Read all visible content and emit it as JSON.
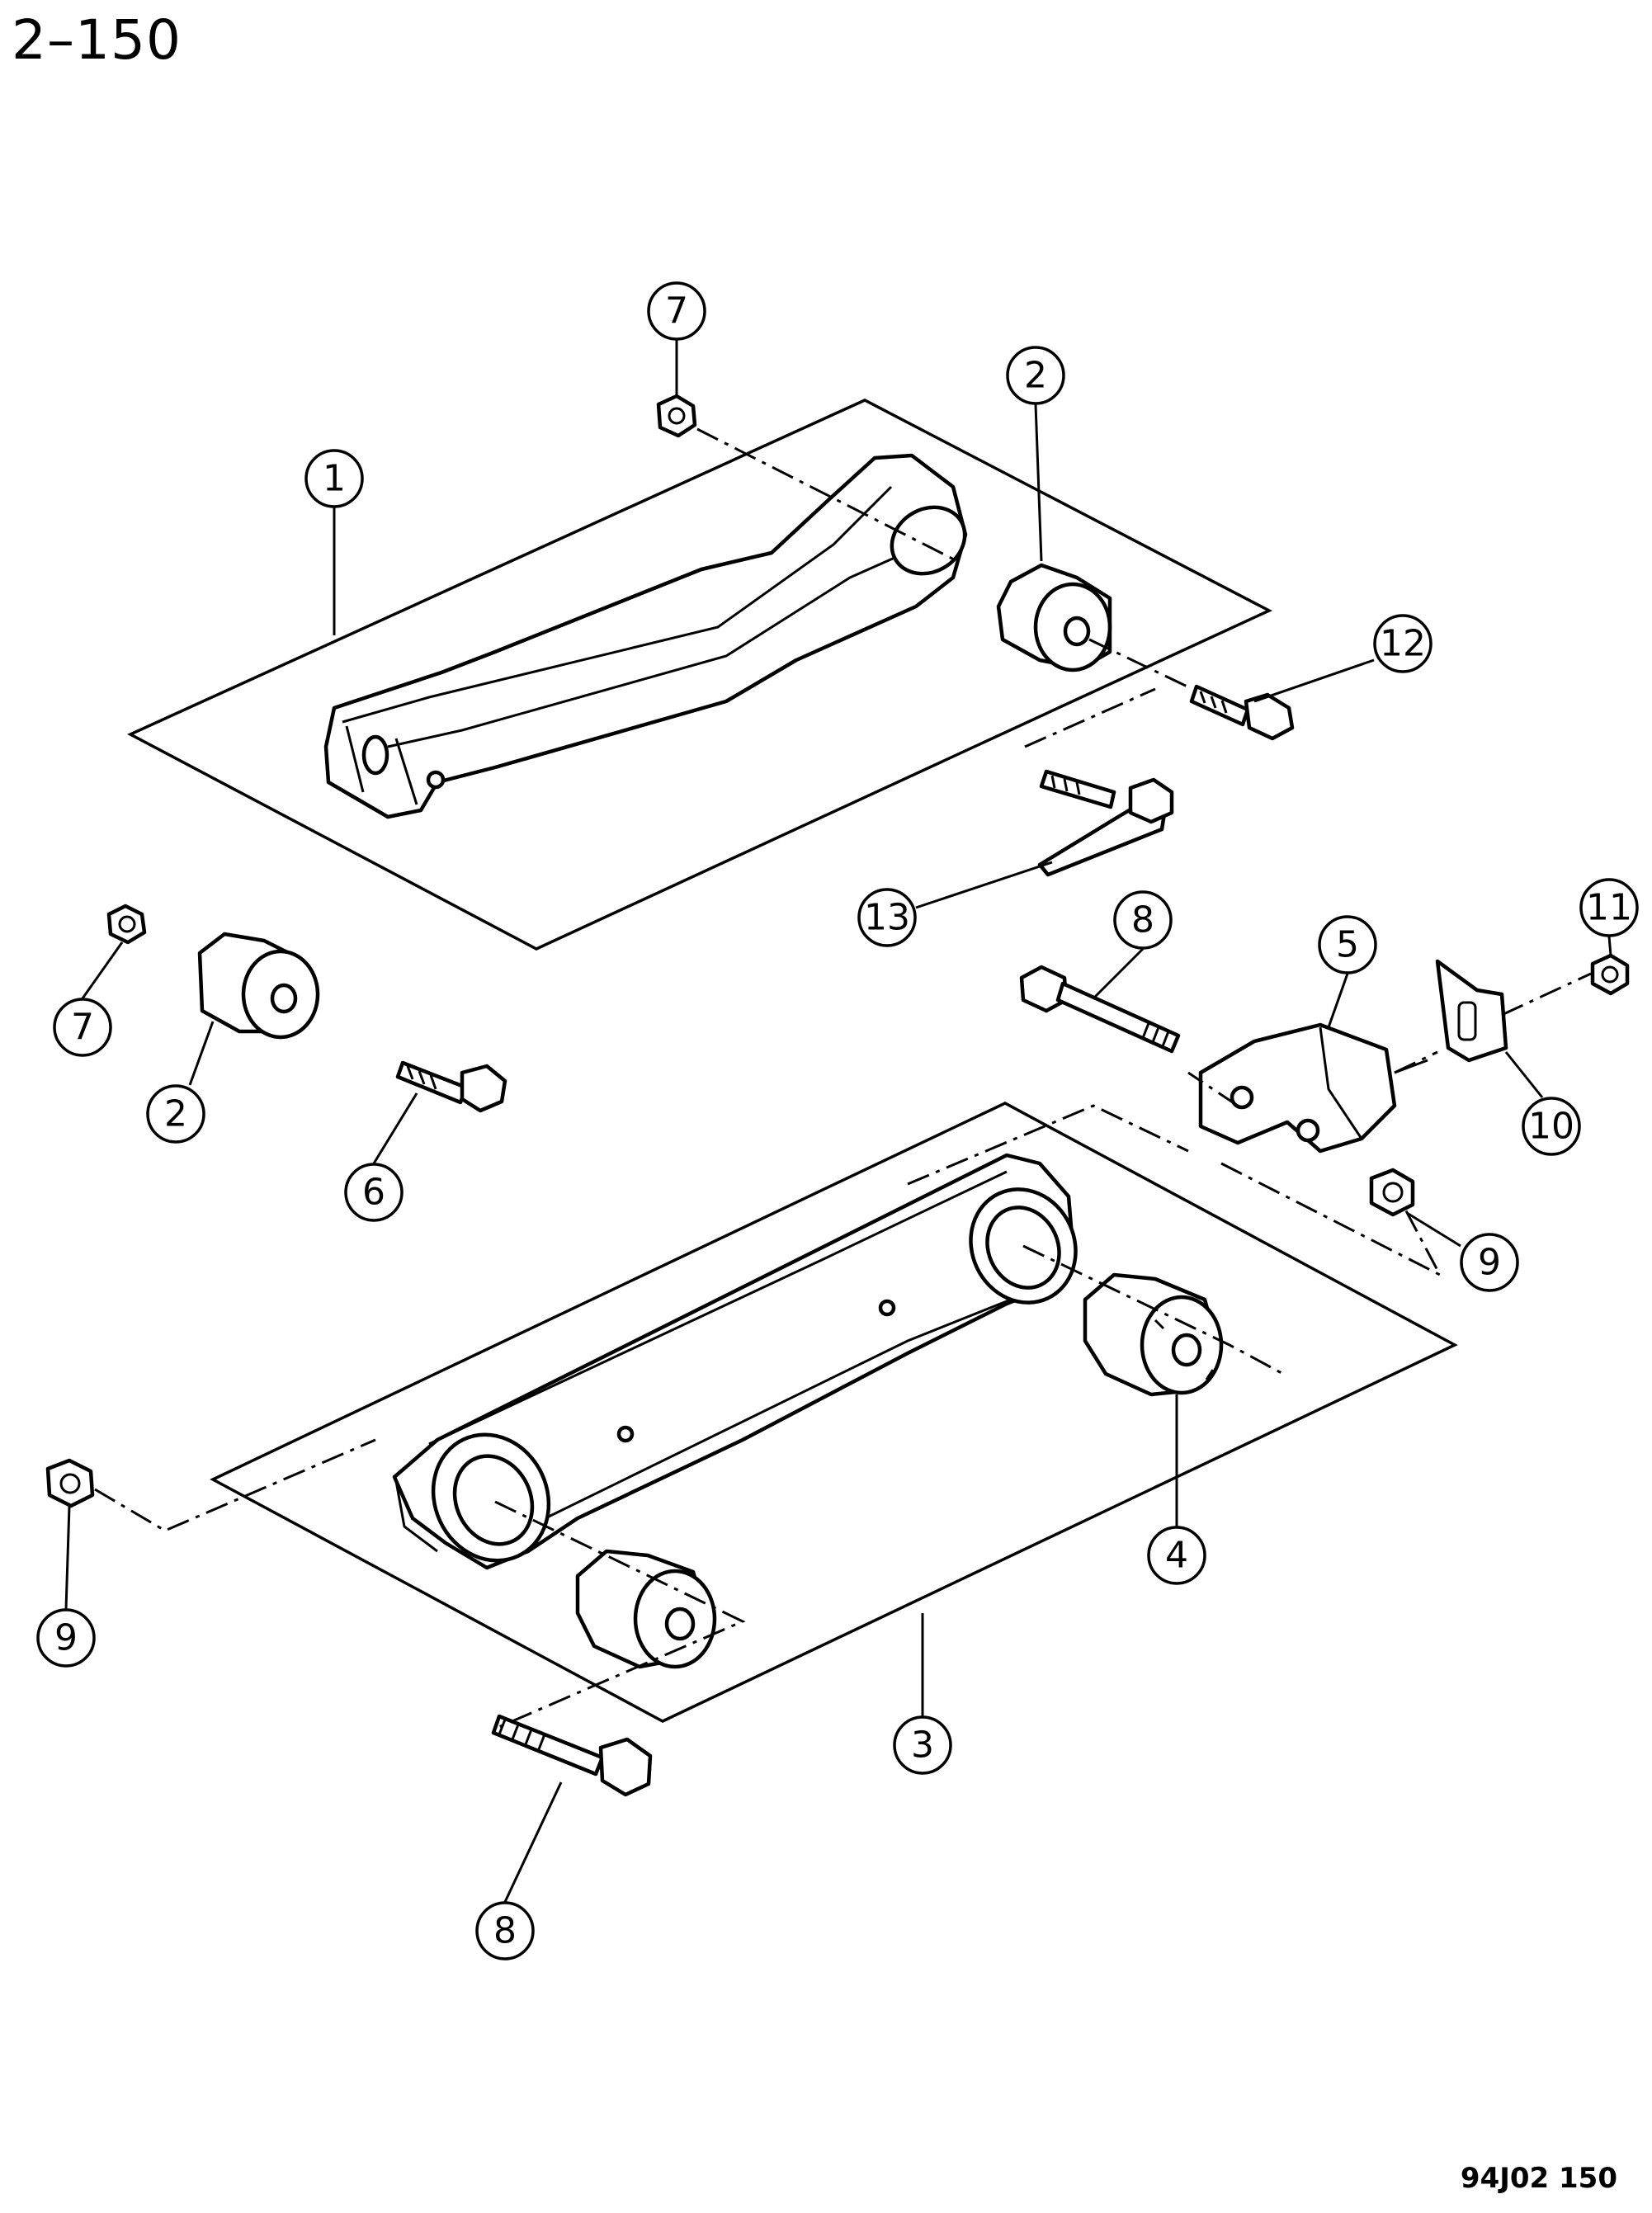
{
  "header": {
    "page_number": "2–150"
  },
  "footer": {
    "diagram_code": "94J02  150"
  },
  "callouts": [
    {
      "id": "c1",
      "label": "1"
    },
    {
      "id": "c2a",
      "label": "2"
    },
    {
      "id": "c2b",
      "label": "2"
    },
    {
      "id": "c3",
      "label": "3"
    },
    {
      "id": "c4",
      "label": "4"
    },
    {
      "id": "c5",
      "label": "5"
    },
    {
      "id": "c6",
      "label": "6"
    },
    {
      "id": "c7a",
      "label": "7"
    },
    {
      "id": "c7b",
      "label": "7"
    },
    {
      "id": "c8a",
      "label": "8"
    },
    {
      "id": "c8b",
      "label": "8"
    },
    {
      "id": "c9a",
      "label": "9"
    },
    {
      "id": "c9b",
      "label": "9"
    },
    {
      "id": "c10",
      "label": "10"
    },
    {
      "id": "c11",
      "label": "11"
    },
    {
      "id": "c12",
      "label": "12"
    },
    {
      "id": "c13",
      "label": "13"
    }
  ]
}
